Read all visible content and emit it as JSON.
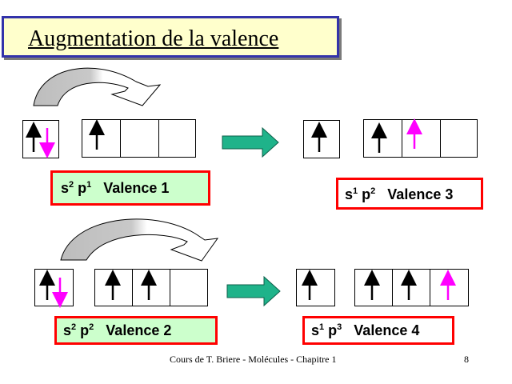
{
  "title": "Augmentation de la valence",
  "colors": {
    "title_bg": "#ffffcc",
    "title_border": "#3333aa",
    "electron_up": "#000000",
    "electron_pink": "#ff00ff",
    "transition_arrow": "#1fb38a",
    "label_border": "#ff0000",
    "label_green": "#ccffcc"
  },
  "labels": {
    "l1": {
      "s": "s",
      "s_exp": "2",
      "p": "p",
      "p_exp": "1",
      "text": "Valence 1"
    },
    "l3": {
      "s": "s",
      "s_exp": "1",
      "p": "p",
      "p_exp": "2",
      "text": "Valence 3"
    },
    "l2": {
      "s": "s",
      "s_exp": "2",
      "p": "p",
      "p_exp": "2",
      "text": "Valence 2"
    },
    "l4": {
      "s": "s",
      "s_exp": "1",
      "p": "p",
      "p_exp": "3",
      "text": "Valence 4"
    }
  },
  "footer": "Cours de T. Briere - Molécules - Chapitre 1",
  "page_number": "8"
}
